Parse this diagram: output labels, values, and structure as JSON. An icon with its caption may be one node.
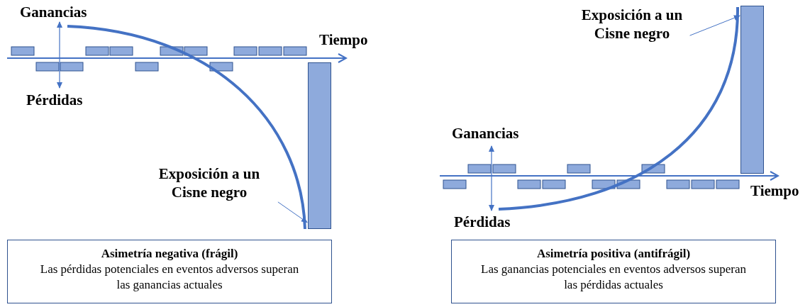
{
  "diagram": {
    "nodes": [
      {
        "text": [
          "Exposición a un Cisne negro"
        ]
      },
      {
        "text": [],
        "shape": "bar"
      },
      {
        "text": [
          "Asimetría negativa (frágil)",
          "Las pérdidas potenciales en eventos adversos superan las ganancias actuales"
        ]
      },
      {
        "text": [
          "Exposición a un Cisne negro"
        ]
      },
      {
        "text": [],
        "shape": "bar"
      },
      {
        "text": [
          "Asimetría positiva (antifrágil)",
          "Las ganancias potenciales en eventos adversos superan las pérdidas actuales"
        ]
      }
    ],
    "edges": [
      {
        "from": 0,
        "to": 1,
        "arrow": "to"
      },
      {
        "from": 3,
        "to": 4,
        "arrow": "to"
      }
    ],
    "labels": [
      "Ganancias",
      "Tiempo",
      "Pérdidas",
      "Ganancias",
      "Tiempo",
      "Pérdidas"
    ]
  }
}
